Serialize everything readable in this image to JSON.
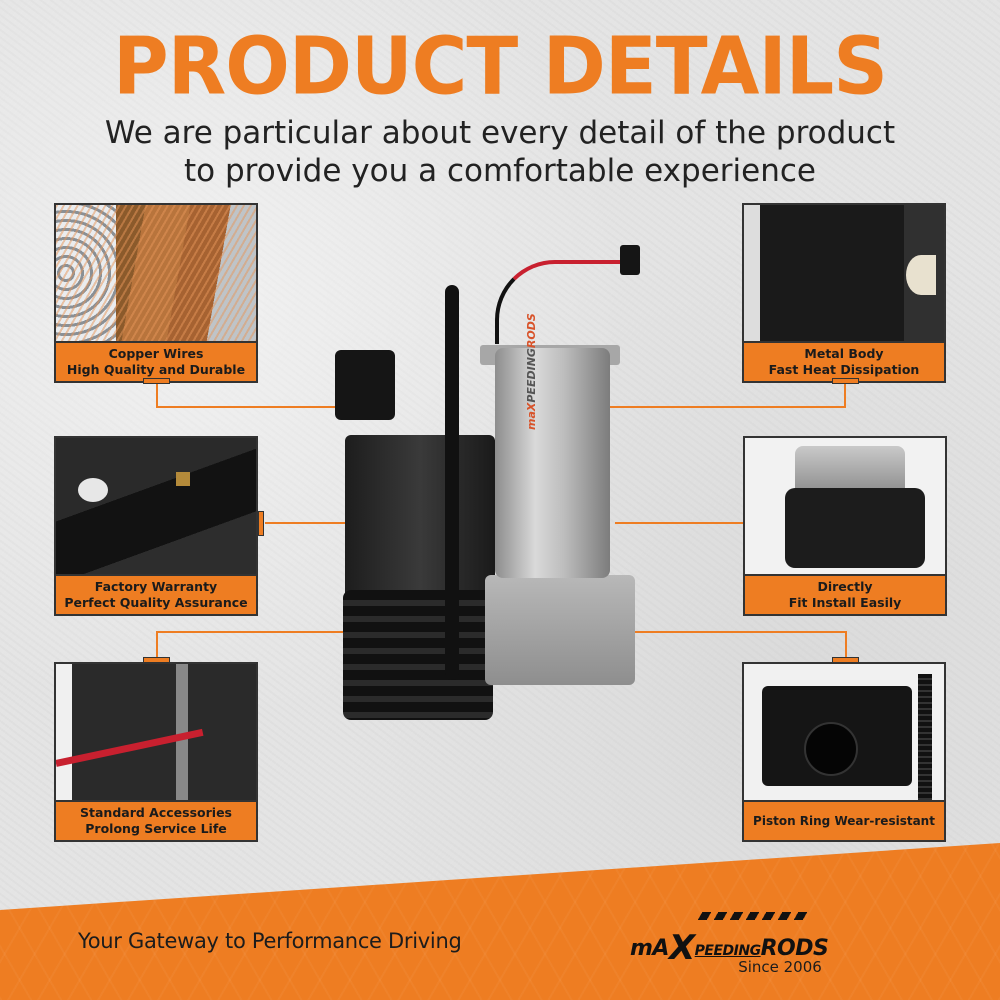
{
  "header": {
    "title": "PRODUCT DETAILS",
    "subtitle_line1": "We are particular about every detail of the product",
    "subtitle_line2": "to provide you a comfortable experience"
  },
  "colors": {
    "accent": "#EE7D22",
    "text_dark": "#1b1b1b",
    "background": "#e4e4e4",
    "panel_border": "#333333"
  },
  "features": [
    {
      "id": "copper-wires",
      "line1": "Copper Wires",
      "line2": "High Quality and Durable",
      "image": "copper-armature-photo"
    },
    {
      "id": "metal-body",
      "line1": "Metal Body",
      "line2": "Fast Heat Dissipation",
      "image": "motor-housing-photo"
    },
    {
      "id": "factory-warranty",
      "line1": "Factory Warranty",
      "line2": "Perfect Quality Assurance",
      "image": "valve-block-photo"
    },
    {
      "id": "direct-fit",
      "line1": "Directly",
      "line2": "Fit Install Easily",
      "image": "compressor-angle-photo"
    },
    {
      "id": "standard-accessories",
      "line1": "Standard Accessories",
      "line2": "Prolong Service Life",
      "image": "wire-grommet-photo"
    },
    {
      "id": "piston-ring",
      "line1": "Piston Ring Wear-resistant",
      "line2": "",
      "image": "piston-cover-photo"
    }
  ],
  "product": {
    "name": "air-suspension-compressor",
    "brand_marking_prefix": "maX",
    "brand_marking_mid": "PEEDING",
    "brand_marking_suffix": "RODS"
  },
  "footer": {
    "tagline": "Your Gateway to Performance Driving",
    "logo_prefix": "mA",
    "logo_x": "X",
    "logo_mid": "PEEDING",
    "logo_suffix": "RODS",
    "since": "Since 2006"
  }
}
